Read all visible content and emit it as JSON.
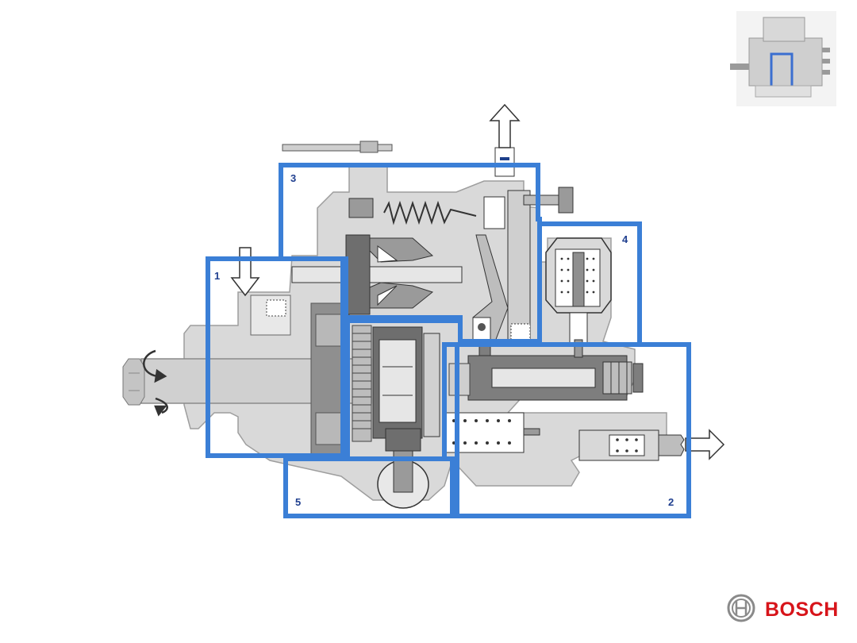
{
  "diagram": {
    "zones": [
      {
        "id": "zone-1",
        "label": "1"
      },
      {
        "id": "zone-2",
        "label": "2"
      },
      {
        "id": "zone-3",
        "label": "3"
      },
      {
        "id": "zone-4",
        "label": "4"
      },
      {
        "id": "zone-5",
        "label": "5"
      }
    ]
  },
  "brand": {
    "name": "BOSCH",
    "colors": {
      "red": "#d7141a",
      "gray": "#8a8a8a"
    }
  },
  "colors": {
    "zone_outline": "#3b7fd6",
    "housing": "#d9d9d9",
    "part_mid": "#a6a6a6",
    "part_dark": "#6f6f6f",
    "label": "#1f3f8f"
  },
  "icons": [
    "arrow-up-icon",
    "arrow-down-icon",
    "arrow-right-icon",
    "rotation-arrow-icon",
    "pump-thumbnail-icon",
    "bosch-logo-icon"
  ]
}
